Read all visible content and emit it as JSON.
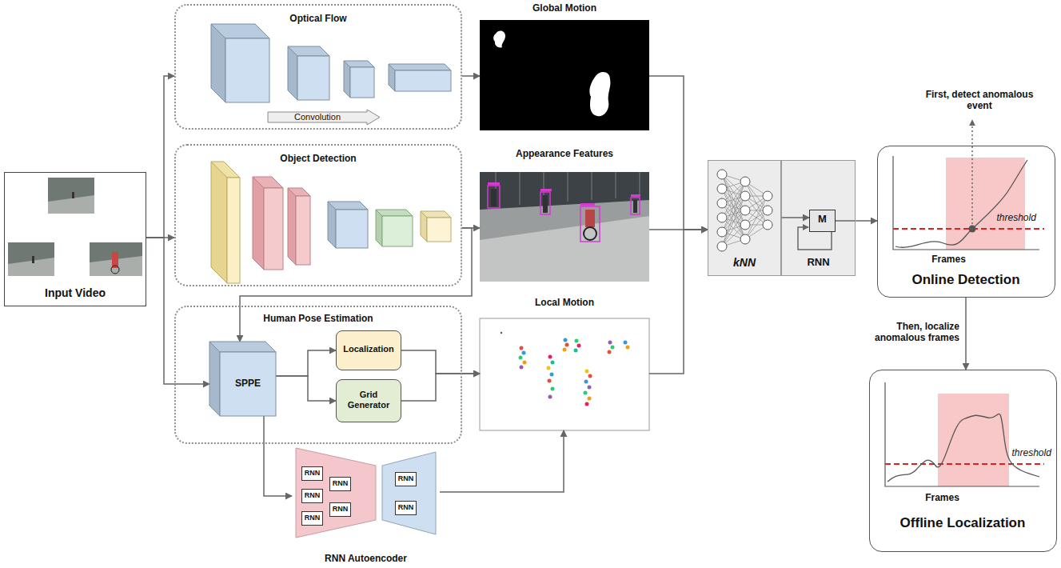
{
  "diagram": {
    "nodes": [
      {
        "text": [
          "Input Video"
        ]
      },
      {
        "text": [
          "Optical Flow"
        ]
      },
      {
        "text": [
          "Convolution"
        ],
        "in": 1
      },
      {
        "text": [
          "Global Motion"
        ]
      },
      {
        "text": [
          "Object Detection"
        ]
      },
      {
        "text": [
          "Appearance Features"
        ]
      },
      {
        "text": [
          "Human Pose Estimation"
        ]
      },
      {
        "text": [
          "SPPE"
        ],
        "in": 6
      },
      {
        "text": [
          "Localization"
        ],
        "in": 6
      },
      {
        "text": [
          "Grid Generator"
        ],
        "in": 6
      },
      {
        "text": [
          "Local Motion"
        ]
      },
      {
        "text": [
          "RNN Autoencoder"
        ]
      },
      {
        "text": [
          "RNN"
        ],
        "in": 11
      },
      {
        "text": [
          "RNN"
        ],
        "in": 11
      },
      {
        "text": [
          "RNN"
        ],
        "in": 11
      },
      {
        "text": [
          "RNN"
        ],
        "in": 11
      },
      {
        "text": [
          "RNN"
        ],
        "in": 11
      },
      {
        "text": [
          "RNN"
        ],
        "in": 11
      },
      {
        "text": [
          "RNN"
        ],
        "in": 11
      },
      {
        "text": [
          "kNN"
        ]
      },
      {
        "text": [
          "RNN"
        ]
      },
      {
        "text": [
          "M"
        ],
        "in": 20
      },
      {
        "text": [
          "threshold",
          "Frames",
          "Online Detection"
        ]
      },
      {
        "text": [
          "threshold",
          "Frames",
          "Offline Localization"
        ]
      }
    ],
    "edges": [
      {
        "from": 0,
        "to": 1,
        "arrow": "to"
      },
      {
        "from": 0,
        "to": 4,
        "arrow": "to"
      },
      {
        "from": 0,
        "to": 7,
        "arrow": "to"
      },
      {
        "from": 4,
        "to": 7,
        "arrow": "to"
      },
      {
        "from": 1,
        "to": 3,
        "arrow": "to"
      },
      {
        "from": 4,
        "to": 5,
        "arrow": "to"
      },
      {
        "from": 7,
        "to": 8,
        "arrow": "to"
      },
      {
        "from": 7,
        "to": 9,
        "arrow": "to"
      },
      {
        "from": 8,
        "to": 10,
        "arrow": "to"
      },
      {
        "from": 9,
        "to": 10,
        "arrow": "to"
      },
      {
        "from": 7,
        "to": 11,
        "arrow": "to"
      },
      {
        "from": 11,
        "to": 10,
        "arrow": "to"
      },
      {
        "from": 3,
        "to": 19,
        "arrow": "to"
      },
      {
        "from": 5,
        "to": 19,
        "arrow": "to"
      },
      {
        "from": 10,
        "to": 19,
        "arrow": "to"
      },
      {
        "from": 19,
        "to": 21,
        "arrow": "to"
      },
      {
        "from": 21,
        "to": 22,
        "arrow": "to"
      },
      {
        "from": 22,
        "to": 23,
        "arrow": "to"
      }
    ],
    "labels": [
      "First, detect anomalous event",
      "Then, localize anomalous frames"
    ]
  }
}
